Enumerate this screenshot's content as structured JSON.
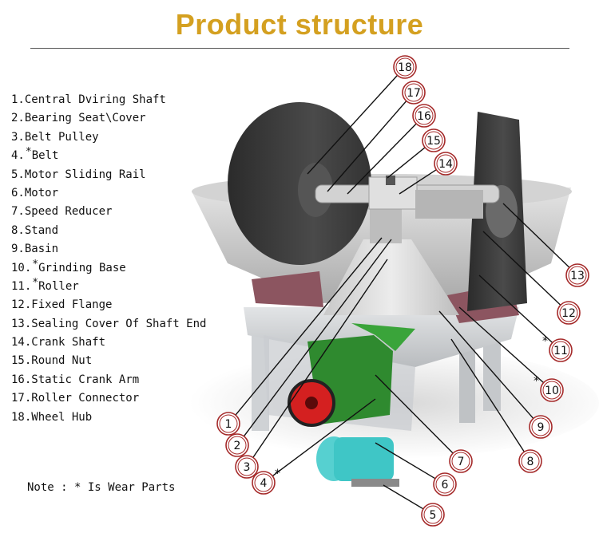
{
  "title": "Product structure",
  "parts": [
    {
      "num": "1.",
      "star": "",
      "label": "Central Dviring Shaft"
    },
    {
      "num": "2.",
      "star": "",
      "label": "Bearing Seat\\Cover"
    },
    {
      "num": "3.",
      "star": "",
      "label": "Belt Pulley"
    },
    {
      "num": "4.",
      "star": "*",
      "label": "Belt"
    },
    {
      "num": "5.",
      "star": "",
      "label": "Motor Sliding Rail"
    },
    {
      "num": "6.",
      "star": "",
      "label": "Motor"
    },
    {
      "num": "7.",
      "star": "",
      "label": "Speed Reducer"
    },
    {
      "num": "8.",
      "star": "",
      "label": "Stand"
    },
    {
      "num": "9.",
      "star": "",
      "label": "Basin"
    },
    {
      "num": "10.",
      "star": "*",
      "label": "Grinding Base"
    },
    {
      "num": "11.",
      "star": "*",
      "label": "Roller"
    },
    {
      "num": "12.",
      "star": "",
      "label": "Fixed Flange"
    },
    {
      "num": "13.",
      "star": "",
      "label": "Sealing Cover Of Shaft End"
    },
    {
      "num": "14.",
      "star": "",
      "label": "Crank Shaft"
    },
    {
      "num": "15.",
      "star": "",
      "label": "Round Nut"
    },
    {
      "num": "16.",
      "star": "",
      "label": "Static Crank Arm"
    },
    {
      "num": "17.",
      "star": "",
      "label": "Roller Connector"
    },
    {
      "num": "18.",
      "star": "",
      "label": "Wheel Hub"
    }
  ],
  "note": "Note : * Is Wear Parts",
  "callouts": [
    {
      "num": "18",
      "star": ""
    },
    {
      "num": "17",
      "star": ""
    },
    {
      "num": "16",
      "star": ""
    },
    {
      "num": "15",
      "star": ""
    },
    {
      "num": "14",
      "star": ""
    },
    {
      "num": "13",
      "star": ""
    },
    {
      "num": "12",
      "star": ""
    },
    {
      "num": "11",
      "star": "*"
    },
    {
      "num": "10",
      "star": "*"
    },
    {
      "num": "9",
      "star": ""
    },
    {
      "num": "8",
      "star": ""
    },
    {
      "num": "7",
      "star": ""
    },
    {
      "num": "6",
      "star": ""
    },
    {
      "num": "5",
      "star": ""
    },
    {
      "num": "4",
      "star": "*"
    },
    {
      "num": "3",
      "star": ""
    },
    {
      "num": "2",
      "star": ""
    },
    {
      "num": "1",
      "star": ""
    }
  ],
  "colors": {
    "title": "#d4a020",
    "callout_ring": "#a52a2a",
    "roller": "#3a3a3a",
    "basin": "#c8c8c8",
    "stand": "#d8dadc",
    "reducer": "#2f8a2f",
    "pulley": "#d42020",
    "motor": "#3fc6c6"
  }
}
